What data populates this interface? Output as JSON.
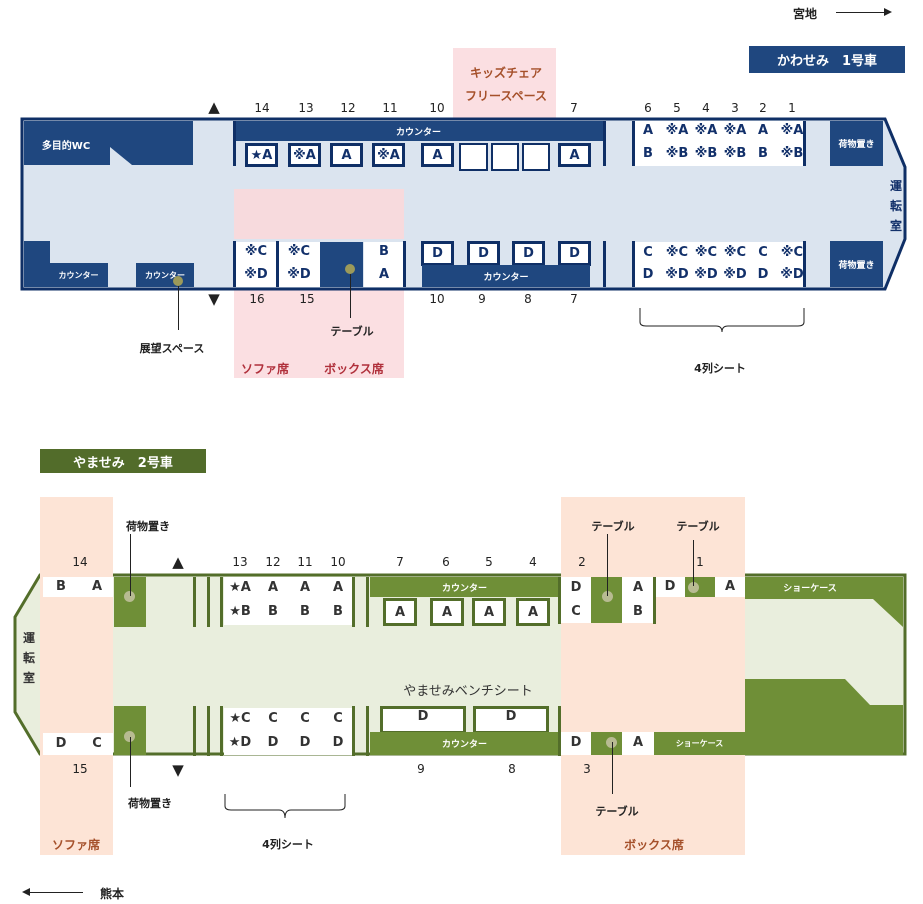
{
  "direction": {
    "top_right": "宮地",
    "bottom_left": "熊本"
  },
  "car1": {
    "title": "かわせみ　1号車",
    "wc": "多目的WC",
    "counter": "カウンター",
    "luggage": "荷物置き",
    "cab": [
      "運",
      "転",
      "室"
    ],
    "kids_area": [
      "キッズチェア",
      "フリースペース"
    ],
    "top_numbers": [
      "14",
      "13",
      "12",
      "11",
      "10",
      "7",
      "6",
      "5",
      "4",
      "3",
      "2",
      "1"
    ],
    "bottom_numbers": [
      "16",
      "15",
      "10",
      "9",
      "8",
      "7"
    ],
    "top_seats": [
      "★A",
      "※A",
      "A",
      "※A",
      "A",
      "A"
    ],
    "bottom_left_seats": {
      "r16": [
        "※C",
        "※D"
      ],
      "r15": [
        "※C",
        "※D"
      ],
      "box": [
        "B",
        "A"
      ]
    },
    "d_seats": [
      "D",
      "D",
      "D",
      "D"
    ],
    "four_col_top": [
      [
        "A",
        "※A",
        "※A",
        "※A",
        "A",
        "※A"
      ],
      [
        "B",
        "※B",
        "※B",
        "※B",
        "B",
        "※B"
      ]
    ],
    "four_col_bottom": [
      [
        "C",
        "※C",
        "※C",
        "※C",
        "C",
        "※C"
      ],
      [
        "D",
        "※D",
        "※D",
        "※D",
        "D",
        "※D"
      ]
    ],
    "labels": {
      "observation": "展望スペース",
      "table": "テーブル",
      "sofa": "ソファ席",
      "box": "ボックス席",
      "four_col": "4列シート"
    }
  },
  "car2": {
    "title": "やませみ　2号車",
    "counter": "カウンター",
    "showcase": "ショーケース",
    "bench": "やませみベンチシート",
    "cab": [
      "運",
      "転",
      "室"
    ],
    "top_numbers": [
      "14",
      "13",
      "12",
      "11",
      "10",
      "7",
      "6",
      "5",
      "4",
      "2",
      "1"
    ],
    "bottom_numbers": [
      "15",
      "9",
      "8",
      "3"
    ],
    "sofa_top": [
      "B",
      "A"
    ],
    "sofa_bottom": [
      "D",
      "C"
    ],
    "four_col_top": [
      [
        "★A",
        "A",
        "A",
        "A"
      ],
      [
        "★B",
        "B",
        "B",
        "B"
      ]
    ],
    "four_col_bottom": [
      [
        "★C",
        "C",
        "C",
        "C"
      ],
      [
        "★D",
        "D",
        "D",
        "D"
      ]
    ],
    "a_seats": [
      "A",
      "A",
      "A",
      "A"
    ],
    "d_seats": [
      "D",
      "D"
    ],
    "box2": {
      "left": [
        "D",
        "C"
      ],
      "right": [
        "A",
        "B"
      ]
    },
    "box1": [
      "D",
      "A"
    ],
    "box3": [
      "D",
      "A"
    ],
    "labels": {
      "luggage_top": "荷物置き",
      "luggage_bottom": "荷物置き",
      "table_2": "テーブル",
      "table_1": "テーブル",
      "table_3": "テーブル",
      "four_col": "4列シート",
      "sofa": "ソファ席",
      "box": "ボックス席"
    }
  }
}
